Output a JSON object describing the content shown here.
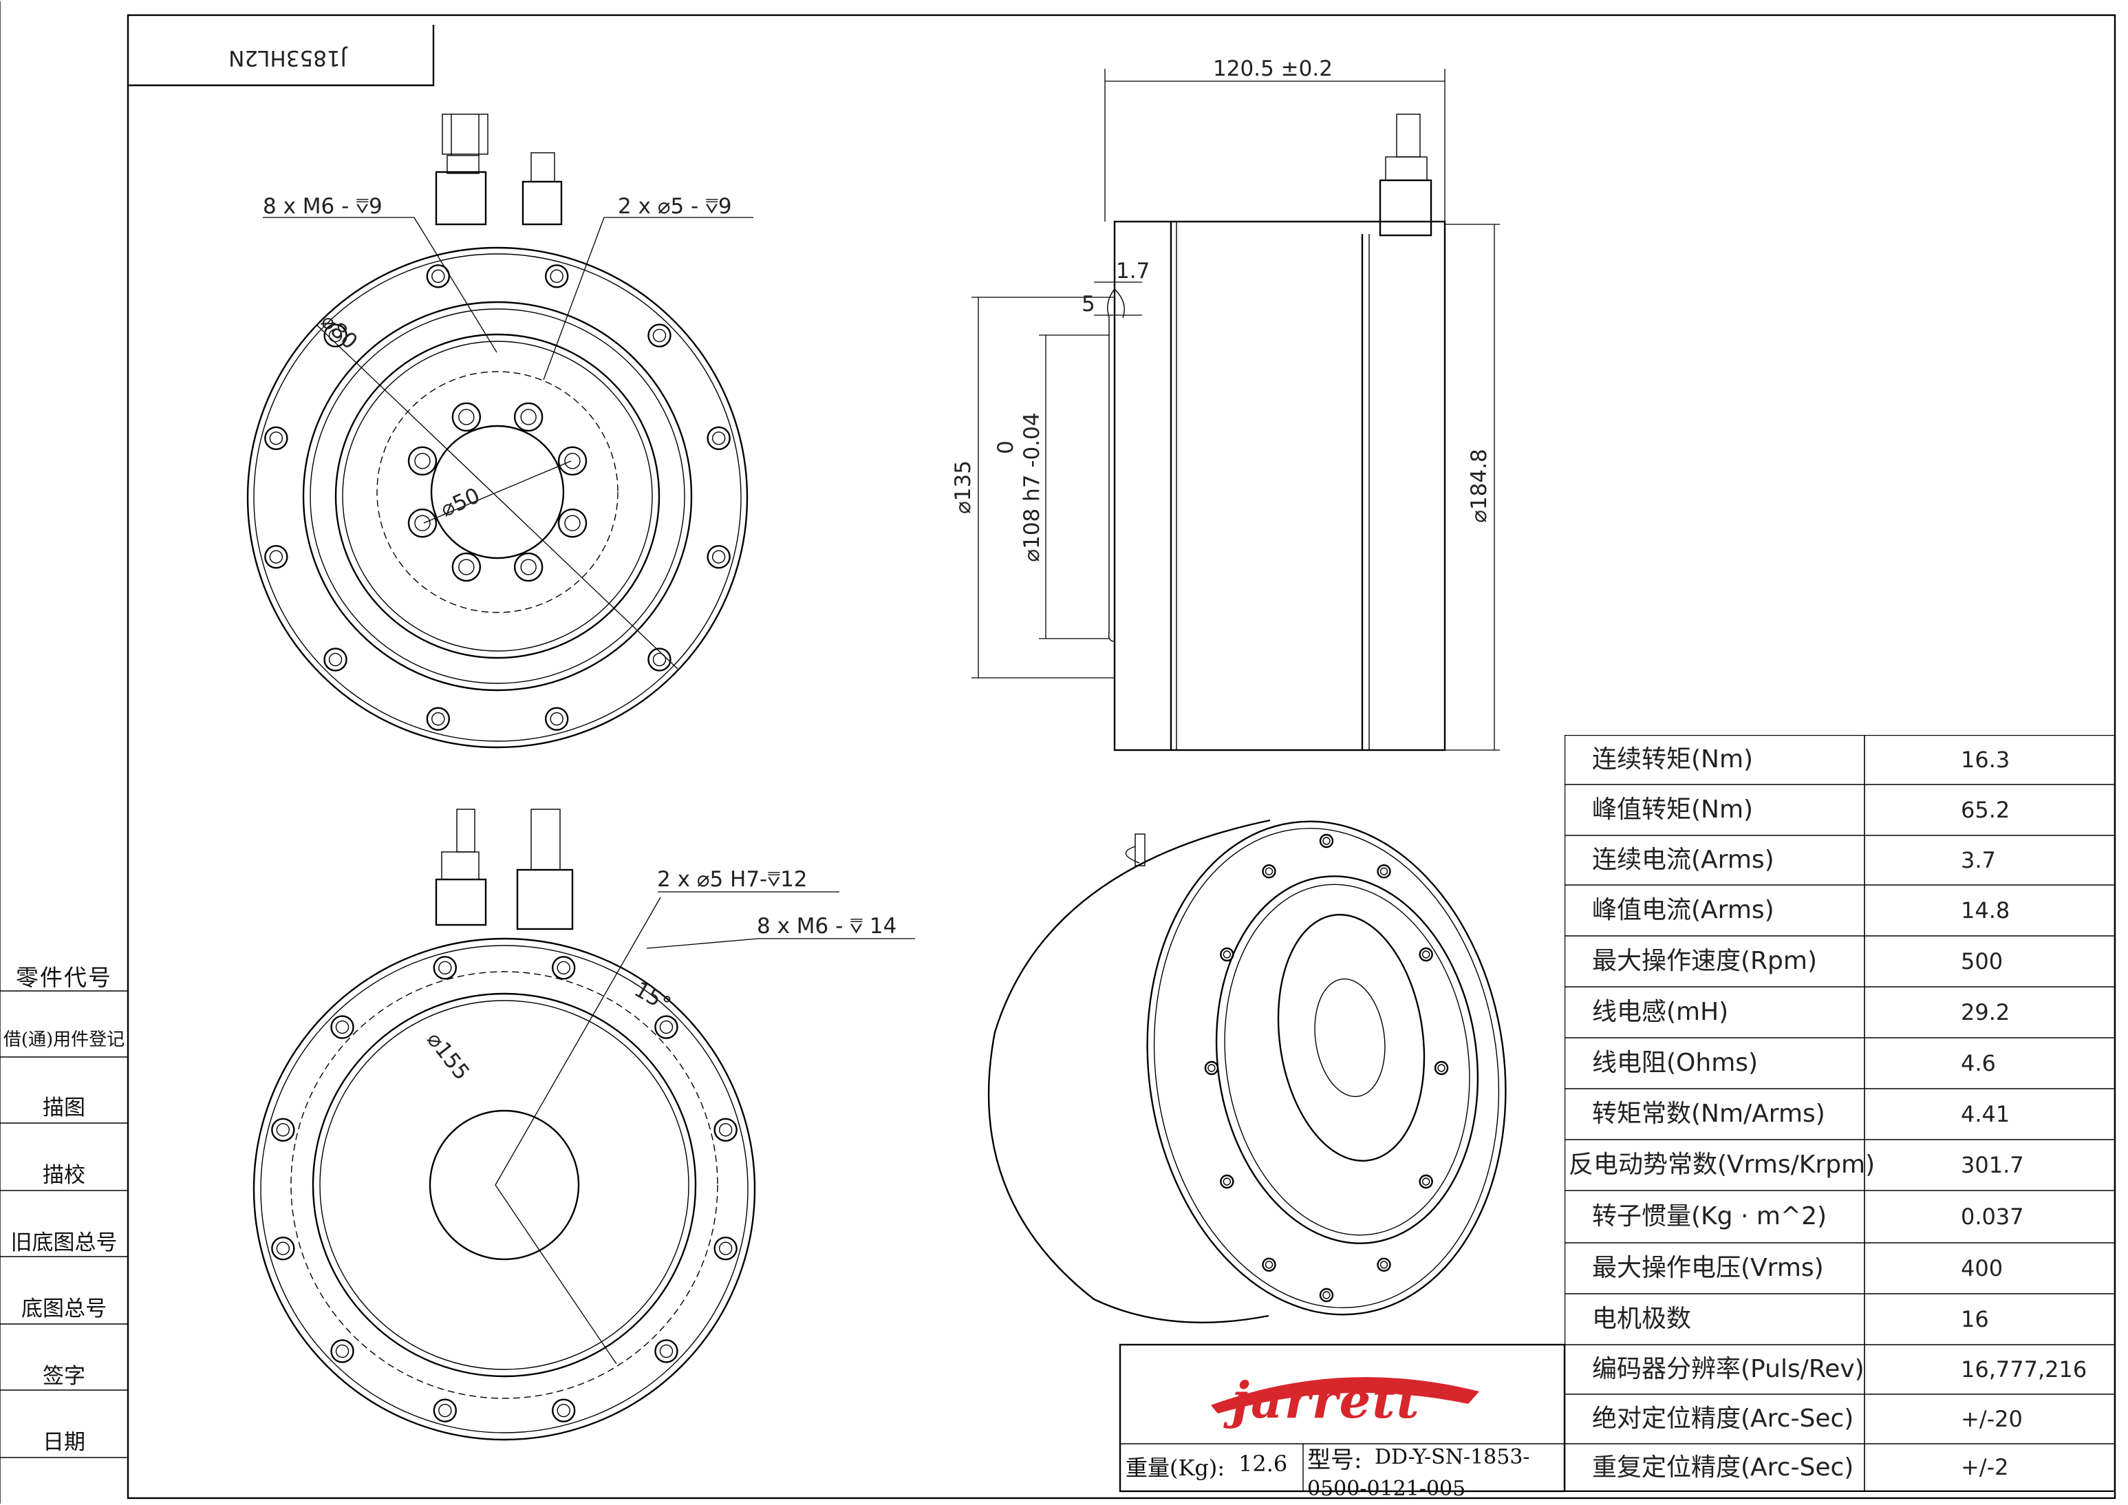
{
  "drawing": {
    "part_code": "J1853HL2N",
    "views": {
      "front": {
        "callouts": [
          {
            "id": "m6-9",
            "text": "8 x  M6 - ⩢9"
          },
          {
            "id": "d5-9",
            "text": "2 x  ⌀5 - ⩢9"
          }
        ],
        "dims": [
          {
            "id": "d80",
            "text": "⌀80"
          },
          {
            "id": "d50",
            "text": "⌀50"
          }
        ]
      },
      "side": {
        "dims": [
          {
            "id": "len",
            "text": "120.5 ±0.2"
          },
          {
            "id": "d17",
            "text": "1.7"
          },
          {
            "id": "d5",
            "text": "5"
          },
          {
            "id": "d135",
            "text": "⌀135"
          },
          {
            "id": "d108",
            "text": "⌀108 h7 -0.04"
          },
          {
            "id": "d108zero",
            "text": "0"
          },
          {
            "id": "d1848",
            "text": "⌀184.8"
          }
        ]
      },
      "rear": {
        "callouts": [
          {
            "id": "d5h7",
            "text": "2 x  ⌀5 H7-⩢12"
          },
          {
            "id": "m6-14",
            "text": "8 x  M6 - ⩢ 14"
          }
        ],
        "dims": [
          {
            "id": "d155",
            "text": "⌀155"
          },
          {
            "id": "a15",
            "text": "15°"
          }
        ]
      }
    }
  },
  "sidebar": [
    {
      "label": "零件代号"
    },
    {
      "label": "借(通)用件登记"
    },
    {
      "label": "描图"
    },
    {
      "label": "描校"
    },
    {
      "label": "旧底图总号"
    },
    {
      "label": "底图总号"
    },
    {
      "label": "签字"
    },
    {
      "label": "日期"
    }
  ],
  "specs": {
    "rows": [
      {
        "name": "连续转矩(Nm)",
        "value": "16.3"
      },
      {
        "name": "峰值转矩(Nm)",
        "value": "65.2"
      },
      {
        "name": "连续电流(Arms)",
        "value": "3.7"
      },
      {
        "name": "峰值电流(Arms)",
        "value": "14.8"
      },
      {
        "name": "最大操作速度(Rpm)",
        "value": "500"
      },
      {
        "name": "线电感(mH)",
        "value": "29.2"
      },
      {
        "name": "线电阻(Ohms)",
        "value": "4.6"
      },
      {
        "name": "转矩常数(Nm/Arms)",
        "value": "4.41"
      },
      {
        "name": "反电动势常数(Vrms/Krpm)",
        "value": "301.7"
      },
      {
        "name": "转子惯量(Kg · m^2)",
        "value": "0.037"
      },
      {
        "name": "最大操作电压(Vrms)",
        "value": "400"
      },
      {
        "name": "电机极数",
        "value": "16"
      },
      {
        "name": "编码器分辨率(Puls/Rev)",
        "value": "16,777,216"
      },
      {
        "name": "绝对定位精度(Arc-Sec)",
        "value": "+/-20"
      },
      {
        "name": "重复定位精度(Arc-Sec)",
        "value": "+/-2"
      }
    ]
  },
  "titleblock": {
    "logo_text": "jarrett",
    "weight_label": "重量(Kg):",
    "weight_value": "12.6",
    "model_label": "型号:",
    "model_value_line1": "DD-Y-SN-1853-",
    "model_value_line2": "0500-0121-005"
  },
  "colors": {
    "logo_red": "#d7262c",
    "line": "#000000"
  }
}
